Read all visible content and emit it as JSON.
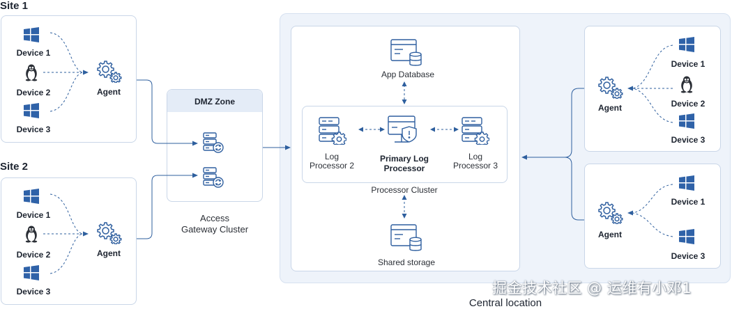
{
  "site1": {
    "title": "Site 1",
    "devices": [
      "Device 1",
      "Device 2",
      "Device 3"
    ],
    "agent": "Agent"
  },
  "site2": {
    "title": "Site 2",
    "devices": [
      "Device 1",
      "Device 2",
      "Device 3"
    ],
    "agent": "Agent"
  },
  "dmz": {
    "title": "DMZ Zone",
    "caption_line1": "Access",
    "caption_line2": "Gateway Cluster"
  },
  "central": {
    "title": "Central location",
    "app_database": "App Database",
    "log_processor_2_line1": "Log",
    "log_processor_2_line2": "Processor 2",
    "primary_line1": "Primary Log",
    "primary_line2": "Processor",
    "log_processor_3_line1": "Log",
    "log_processor_3_line2": "Processor 3",
    "cluster_label": "Processor Cluster",
    "shared_storage": "Shared storage"
  },
  "remote_top": {
    "agent": "Agent",
    "devices": [
      "Device 1",
      "Device 2",
      "Device 3"
    ]
  },
  "remote_bottom": {
    "agent": "Agent",
    "devices": [
      "Device 1",
      "Device 3"
    ]
  },
  "watermark": "掘金技术社区 @ 运维有小邓1",
  "colors": {
    "line": "#2e5f9e",
    "icon_blue": "#2f5f9f",
    "windows": "#2f62a8",
    "border": "#c9d6e8",
    "central_bg": "#eef3fa"
  }
}
